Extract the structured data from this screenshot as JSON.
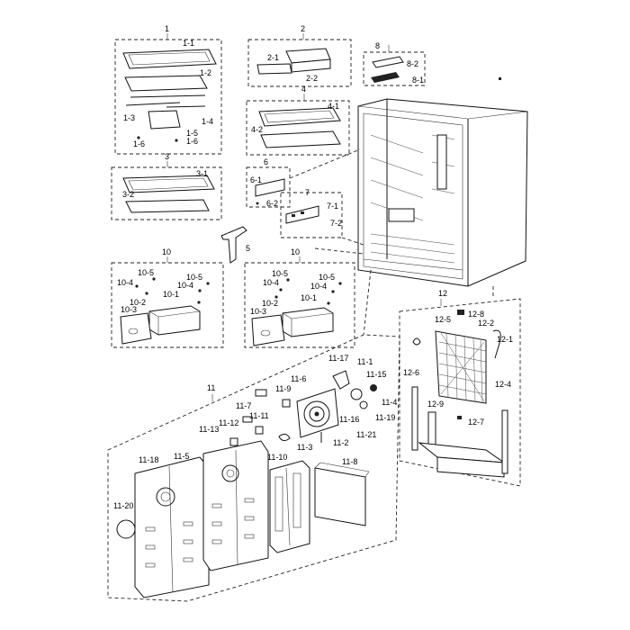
{
  "labels": {
    "g1": "1",
    "p1_1": "1-1",
    "p1_2": "1-2",
    "p1_3": "1-3",
    "p1_4": "1-4",
    "p1_5": "1-5",
    "p1_6a": "1-6",
    "p1_6b": "1-6",
    "g2": "2",
    "p2_1": "2-1",
    "p2_2": "2-2",
    "g3": "3",
    "p3_1": "3-1",
    "p3_2": "3-2",
    "g4": "4",
    "p4_1": "4-1",
    "p4_2": "4-2",
    "p5": "5",
    "g6": "6",
    "p6_1": "6-1",
    "p6_2": "6-2",
    "g7": "7",
    "p7_1": "7-1",
    "p7_2": "7-2",
    "g8": "8",
    "p8_1": "8-1",
    "p8_2": "8-2",
    "g10a": "10",
    "g10b": "10",
    "a10_5a": "10-5",
    "a10_5b": "10-5",
    "a10_4a": "10-4",
    "a10_4b": "10-4",
    "a10_2": "10-2",
    "a10_1": "10-1",
    "a10_3": "10-3",
    "b10_5a": "10-5",
    "b10_5b": "10-5",
    "b10_4a": "10-4",
    "b10_4b": "10-4",
    "b10_2": "10-2",
    "b10_1": "10-1",
    "b10_3": "10-3",
    "g11": "11",
    "p11_1": "11-1",
    "p11_2": "11-2",
    "p11_3": "11-3",
    "p11_4": "11-4",
    "p11_5": "11-5",
    "p11_6": "11-6",
    "p11_7": "11-7",
    "p11_8": "11-8",
    "p11_9": "11-9",
    "p11_10": "11-10",
    "p11_11": "11-11",
    "p11_12": "11-12",
    "p11_13": "11-13",
    "p11_15": "11-15",
    "p11_16": "11-16",
    "p11_17": "11-17",
    "p11_18": "11-18",
    "p11_19": "11-19",
    "p11_20": "11-20",
    "p11_21": "11-21",
    "g12": "12",
    "p12_1": "12-1",
    "p12_2": "12-2",
    "p12_4": "12-4",
    "p12_5": "12-5",
    "p12_6": "12-6",
    "p12_7": "12-7",
    "p12_8": "12-8",
    "p12_9": "12-9"
  }
}
